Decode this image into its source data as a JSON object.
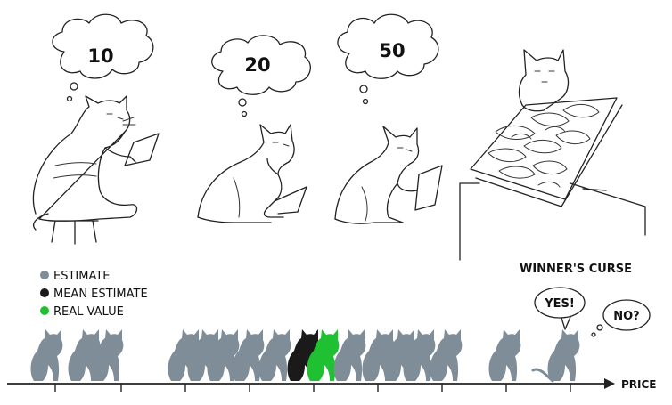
{
  "thoughts": [
    {
      "value": "10"
    },
    {
      "value": "20"
    },
    {
      "value": "50"
    }
  ],
  "legend": [
    {
      "label": "ESTIMATE",
      "color": "#7f8d98"
    },
    {
      "label": "MEAN ESTIMATE",
      "color": "#1a1a1a"
    },
    {
      "label": "REAL VALUE",
      "color": "#1fc132"
    }
  ],
  "winners_curse": {
    "title": "WINNER'S CURSE",
    "yes": "YES!",
    "no": "NO?"
  },
  "axis": {
    "label": "PRICE"
  },
  "colors": {
    "estimate": "#7f8d98",
    "mean": "#1a1a1a",
    "real": "#1fc132",
    "line": "#222222"
  }
}
